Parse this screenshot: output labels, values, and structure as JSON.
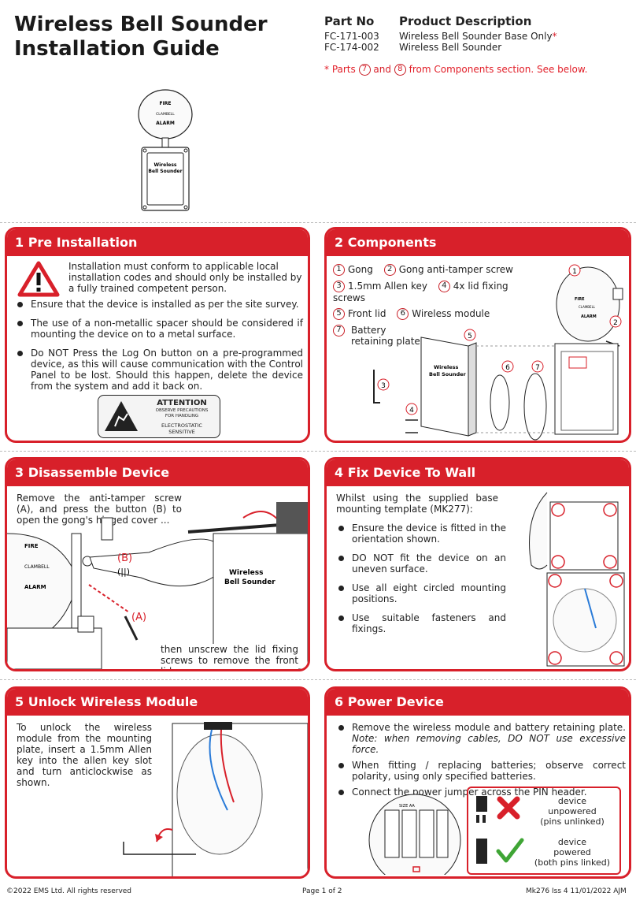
{
  "title": {
    "line1": "Wireless Bell Sounder",
    "line2": "Installation Guide"
  },
  "parts": {
    "col_part": "Part No",
    "col_desc": "Product Description",
    "rows": [
      {
        "part": "FC-171-003",
        "desc": "Wireless Bell Sounder Base Only",
        "mark": "*"
      },
      {
        "part": "FC-174-002",
        "desc": "Wireless Bell Sounder",
        "mark": ""
      }
    ],
    "note_pre": "* Parts",
    "note_a": "7",
    "note_and": "and",
    "note_b": "8",
    "note_post": "from Components section. See below."
  },
  "hero": {
    "gong_text_top": "FIRE",
    "gong_brand": "CLAMBELL",
    "gong_text_bottom": "ALARM",
    "box_label_1": "Wireless",
    "box_label_2": "Bell Sounder"
  },
  "s1": {
    "heading": "1 Pre Installation",
    "warning": "Installation must conform to applicable local installation codes and should only be installed by a fully trained competent person.",
    "bullets": [
      "Ensure that the device is installed as per the site survey.",
      "The use of a non-metallic spacer should be considered if mounting the device on to a metal surface.",
      "Do NOT Press the Log On button on a pre-programmed device, as this will cause communication with the Control Panel to be lost. Should this happen, delete the device from the system and add it back on."
    ],
    "esd_title": "ATTENTION",
    "esd_sub1": "OBSERVE PRECAUTIONS",
    "esd_sub2": "FOR HANDLING",
    "esd_sub3": "ELECTROSTATIC",
    "esd_sub4": "SENSITIVE"
  },
  "s2": {
    "heading": "2 Components",
    "items": [
      {
        "n": "1",
        "label": "Gong"
      },
      {
        "n": "2",
        "label": "Gong anti-tamper screw"
      },
      {
        "n": "3",
        "label": "1.5mm Allen key"
      },
      {
        "n": "4",
        "label": "4x lid fixing screws"
      },
      {
        "n": "5",
        "label": "Front lid"
      },
      {
        "n": "6",
        "label": "Wireless module"
      },
      {
        "n": "7",
        "label": "Battery retaining plate"
      }
    ],
    "box_label_1": "Wireless",
    "box_label_2": "Bell Sounder"
  },
  "s3": {
    "heading": "3 Disassemble Device",
    "intro": "Remove the anti-tamper screw (A), and press the button (B) to open the gong's hinged cover ...",
    "label_a": "(A)",
    "label_b": "(B)",
    "outro": "then unscrew the lid fixing screws to remove the front lid.",
    "gong_top": "FIRE",
    "gong_brand": "CLAMBELL",
    "gong_bottom": "ALARM",
    "box_label_1": "Wireless",
    "box_label_2": "Bell Sounder"
  },
  "s4": {
    "heading": "4 Fix Device To Wall",
    "intro": "Whilst using the supplied base mounting template (MK277):",
    "bullets": [
      "Ensure the device is fitted in the orientation shown.",
      "DO NOT fit the device on an uneven surface.",
      "Use all eight circled mounting positions.",
      "Use suitable fasteners and fixings."
    ]
  },
  "s5": {
    "heading": "5 Unlock Wireless Module",
    "text": "To unlock the wireless module from the mounting plate, insert a 1.5mm Allen key into the allen key slot and turn anticlockwise as shown."
  },
  "s6": {
    "heading": "6 Power Device",
    "bullet1_main": "Remove the wireless module and battery retaining plate.",
    "bullet1_note": "Note: when removing cables, DO NOT use excessive force.",
    "bullet2": "When fitting / replacing batteries; observe correct polarity, using only specified batteries.",
    "bullet3": "Connect the power jumper across the PIN header.",
    "unpowered": [
      "device",
      "unpowered",
      "(pins unlinked)"
    ],
    "powered": [
      "device",
      "powered",
      "(both pins linked)"
    ],
    "battery_label": "SIZE AA"
  },
  "footer": {
    "copyright": "©2022 EMS Ltd. All rights reserved",
    "page": "Page 1 of 2",
    "rev": "Mk276 Iss 4 11/01/2022 AJM"
  },
  "colors": {
    "accent": "#d8202a",
    "check": "#3fa535"
  }
}
